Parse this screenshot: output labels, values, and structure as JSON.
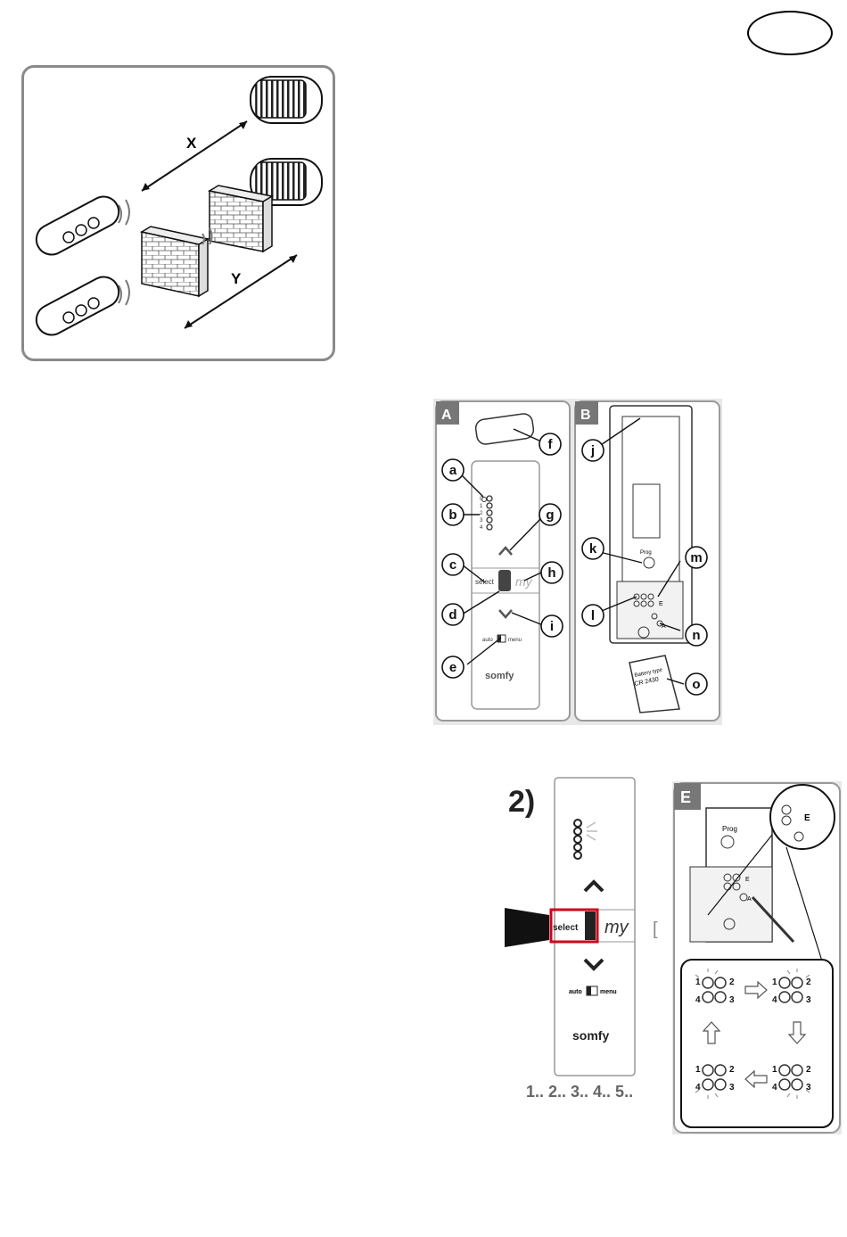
{
  "page": {
    "badge_text": ""
  },
  "fig_range": {
    "label_x": "X",
    "label_y": "Y"
  },
  "fig_parts": {
    "panel_a": "A",
    "panel_b": "B",
    "callouts": [
      "a",
      "b",
      "c",
      "d",
      "e",
      "f",
      "g",
      "h",
      "i",
      "j",
      "k",
      "l",
      "m",
      "n",
      "o"
    ],
    "remote_select": "select",
    "remote_my": "my",
    "remote_auto": "auto",
    "remote_menu": "menu",
    "brand": "somfy",
    "prog": "Prog",
    "channel_labels": [
      "0",
      "1",
      "2",
      "3",
      "4"
    ],
    "battery_text_1": "Battery type",
    "battery_text_2": "CR 2430",
    "contact_e": "E",
    "contact_a": "A"
  },
  "fig_step2": {
    "step_label": "2)",
    "select": "select",
    "my": "my",
    "auto": "auto",
    "menu": "menu",
    "brand": "somfy",
    "counter": "1.. 2.. 3.. 4.. 5.."
  },
  "fig_e": {
    "panel_e": "E",
    "prog": "Prog",
    "contact_e": "E",
    "contact_a": "A",
    "led_numbers": [
      "1",
      "2",
      "3",
      "4"
    ]
  }
}
